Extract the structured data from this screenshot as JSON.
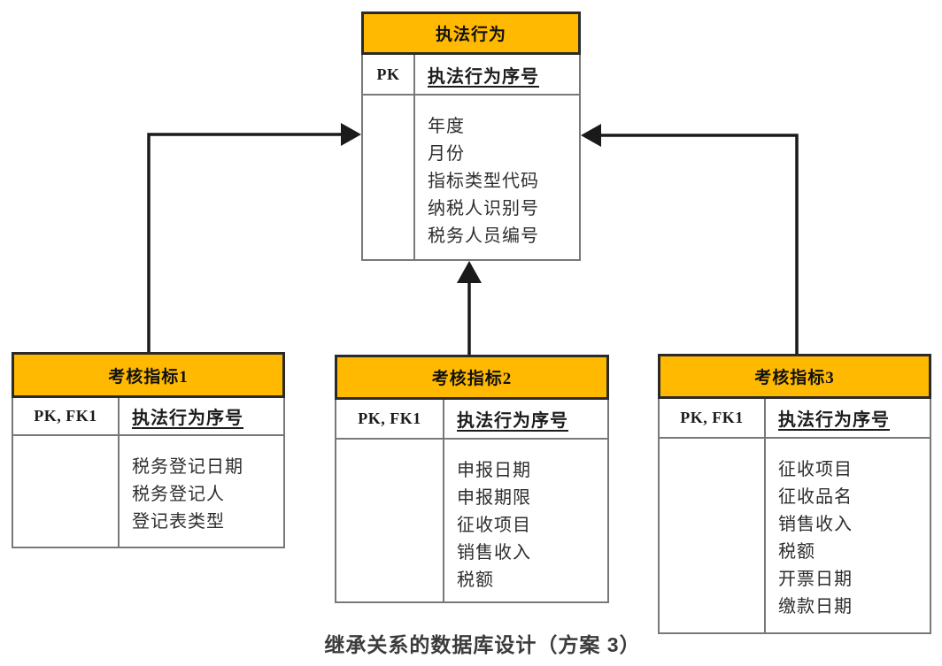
{
  "diagram": {
    "caption": "继承关系的数据库设计（方案 3）",
    "colors": {
      "header_bg": "#FFB900",
      "header_border": "#2A2A2A",
      "body_border": "#787878",
      "arrow": "#1A1A1A",
      "background": "#FFFFFF"
    },
    "entities": [
      {
        "id": "law-enforcement-action",
        "title": "执法行为",
        "key_label": "PK",
        "key_field": "执法行为序号",
        "attributes": [
          "年度",
          "月份",
          "指标类型代码",
          "纳税人识别号",
          "税务人员编号"
        ]
      },
      {
        "id": "assessment-indicator-1",
        "title": "考核指标1",
        "key_label": "PK, FK1",
        "key_field": "执法行为序号",
        "attributes": [
          "税务登记日期",
          "税务登记人",
          "登记表类型"
        ]
      },
      {
        "id": "assessment-indicator-2",
        "title": "考核指标2",
        "key_label": "PK, FK1",
        "key_field": "执法行为序号",
        "attributes": [
          "申报日期",
          "申报期限",
          "征收项目",
          "销售收入",
          "税额"
        ]
      },
      {
        "id": "assessment-indicator-3",
        "title": "考核指标3",
        "key_label": "PK, FK1",
        "key_field": "执法行为序号",
        "attributes": [
          "征收项目",
          "征收品名",
          "销售收入",
          "税额",
          "开票日期",
          "缴款日期"
        ]
      }
    ],
    "relationships": [
      {
        "from": "考核指标1",
        "to": "执法行为"
      },
      {
        "from": "考核指标2",
        "to": "执法行为"
      },
      {
        "from": "考核指标3",
        "to": "执法行为"
      }
    ]
  }
}
